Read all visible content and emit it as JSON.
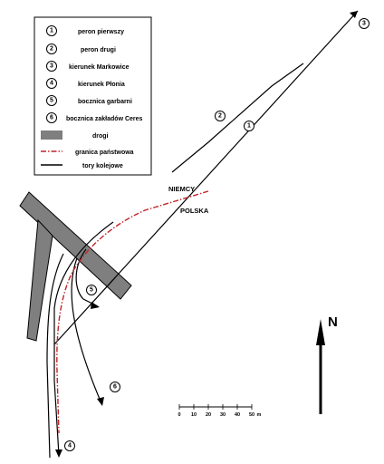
{
  "legend": {
    "items": [
      {
        "marker": "1",
        "label": "peron pierwszy"
      },
      {
        "marker": "2",
        "label": "peron drugi"
      },
      {
        "marker": "3",
        "label": "kierunek Markowice"
      },
      {
        "marker": "4",
        "label": "kierunek Płonia"
      },
      {
        "marker": "5",
        "label": "bocznica garbarni"
      },
      {
        "marker": "6",
        "label": "bocznica zakładów Ceres"
      }
    ],
    "symbols": [
      {
        "type": "road",
        "label": "drogi"
      },
      {
        "type": "border",
        "label": "granica państwowa"
      },
      {
        "type": "track",
        "label": "tory kolejowe"
      }
    ]
  },
  "map_markers": [
    "1",
    "2",
    "3",
    "4",
    "5",
    "6"
  ],
  "countries": {
    "north": "NIEMCY",
    "south": "POLSKA"
  },
  "scale": {
    "ticks": [
      "0",
      "10",
      "20",
      "30",
      "40",
      "50"
    ],
    "unit": "m"
  },
  "north_arrow": {
    "label": "N"
  },
  "colors": {
    "road": "#7f7f7f",
    "border": "#c0252a",
    "track": "#000000"
  }
}
